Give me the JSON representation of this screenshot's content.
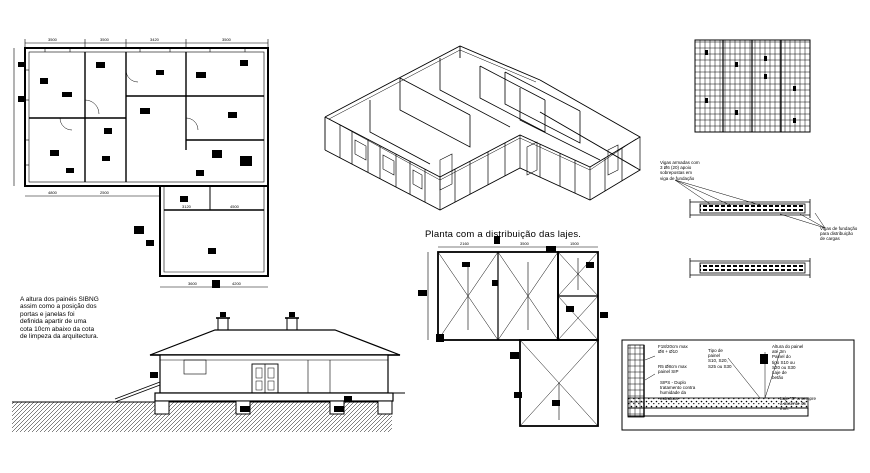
{
  "drawing": {
    "section_title": "Planta com a distribuição das lajes.",
    "height_note": [
      "A altura dos painéis SIBNG",
      "assim como a posição dos",
      "portas e janelas foi",
      "definida apartir de uma",
      "cota 10cm abaixo da cota",
      "de limpeza da arquitectura."
    ],
    "slab_detail_top_note": [
      "Vigas armadas com",
      "3 Ø6 (20) apoio",
      "sobrepostas em",
      "viga de fundação"
    ],
    "slab_detail_side_note": [
      "Vigas de fundação",
      "para distribuição",
      "de cargas"
    ],
    "corner_detail_notes": {
      "left_top": [
        "F18/20cm max",
        "Ø8 + Ø10"
      ],
      "left_mid": [
        "R5 Ø8cm max",
        "painel SIP"
      ],
      "left_bottom": [
        "SIPS - Duplo",
        "tratamento contra",
        "humidade da",
        "estrutura"
      ],
      "center_top": [
        "Tipo de",
        "painel",
        "S10, S20,",
        "S25 ou S30"
      ],
      "right_top": [
        "Altura do painel",
        "até 3m",
        "Painel do",
        "tipo S10 ou",
        "S20 ou S30",
        "Laje de",
        "betão"
      ],
      "right_bottom": [
        "Laje \"S\" a sempre",
        "a assente 45",
        "mm."
      ]
    },
    "dimension_labels": {
      "plan_top": [
        "3500",
        "3500",
        "3420",
        "3500"
      ],
      "plan_bottom": [
        "4800",
        "2500",
        "3120",
        "4500"
      ],
      "plan_lower": [
        "3600",
        "4200"
      ],
      "slab_top": [
        "2160",
        "3500",
        "1500"
      ]
    }
  }
}
